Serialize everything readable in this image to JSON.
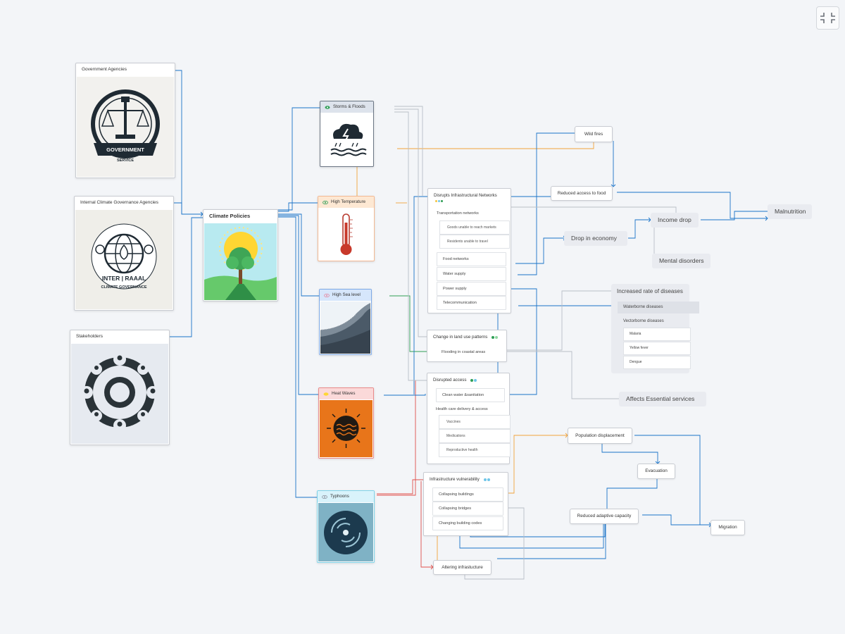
{
  "controls": {
    "collapse_icon": "collapse-icon"
  },
  "agencies": {
    "government": {
      "title": "Government Agencies",
      "logo_top": "GOVERNMENT",
      "logo_bottom": "SERVICE"
    },
    "internal": {
      "title": "Internal Climate Governance Agencies",
      "logo_line1": "INTER  |  RAAAL",
      "logo_line2": "CLIMATE GOVERNANCE"
    },
    "stakeholders": {
      "title": "Stakeholders"
    }
  },
  "policies": {
    "title": "Climate Policies"
  },
  "hazards": {
    "storms": {
      "title": "Storms & Floods"
    },
    "temperature": {
      "title": "High Temperature"
    },
    "sea": {
      "title": "High Sea level"
    },
    "heat": {
      "title": "Heat Waves"
    },
    "typhoons": {
      "title": "Typhoons"
    }
  },
  "impacts": {
    "infra": {
      "title": "Disrupts Infrastructural Networks",
      "transport": "Transportation networks",
      "goods": "Goods unable to reach markets",
      "residents": "Residents unable to travel",
      "food": "Food networks",
      "water": "Water supply",
      "power": "Power supply",
      "telecom": "Telecommunication"
    },
    "land": {
      "title": "Change in land use patterns",
      "flooding": "Flooding in coastal areas"
    },
    "access": {
      "title": "Disrupted access",
      "clean_water": "Clean water &sanitation",
      "healthcare": "Health care delivery & access",
      "vaccines": "Vaccines",
      "medications": "Medications",
      "reproductive": "Reproductive health"
    },
    "vuln": {
      "title": "Infrastructure vulnerability",
      "collapsing_buildings": "Collapsing buildings",
      "collapsing_bridges": "Collapsing bridges",
      "changing_codes": "Changing building codes"
    },
    "altering": "Altering infrastucture"
  },
  "outcomes": {
    "wildfires": "Wild fires",
    "food_access": "Reduced access to food",
    "malnutrition": "Malnutrition",
    "income_drop": "Income drop",
    "economy": "Drop in economy",
    "mental": "Mental disorders",
    "diseases": {
      "title": "Increased rate of diseases",
      "waterborne": "Waterborne diseases",
      "vectorborne": "Vectorborne diseases",
      "malaria": "Malaria",
      "yellow_fever": "Yellow fever",
      "dengue": "Dengue"
    },
    "essential": "Affects Essential services",
    "displacement": "Population displacement",
    "evacuation": "Evacuation",
    "adaptive": "Reduced adaptive capacity",
    "migration": "Migration"
  },
  "colors": {
    "blue": "#1a73c8",
    "orange": "#f2a33a",
    "green": "#2f9e55",
    "red": "#e0504a",
    "gray": "#b9bec6",
    "storms_header": "#dde3ec",
    "temp_header": "#fde8d3",
    "sea_header": "#d6e6fb",
    "heat_header": "#fbd9d9",
    "typhoon_header": "#d9f3fb"
  }
}
